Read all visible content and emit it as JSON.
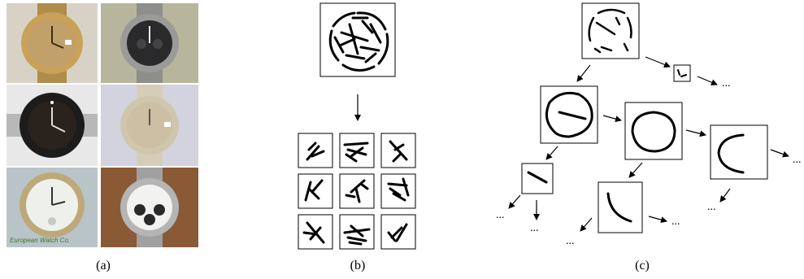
{
  "panels": {
    "a": {
      "caption": "(a)",
      "watermark": "European Watch Co."
    },
    "b": {
      "caption": "(b)"
    },
    "c": {
      "caption": "(c)"
    }
  },
  "ellipsis": "..."
}
